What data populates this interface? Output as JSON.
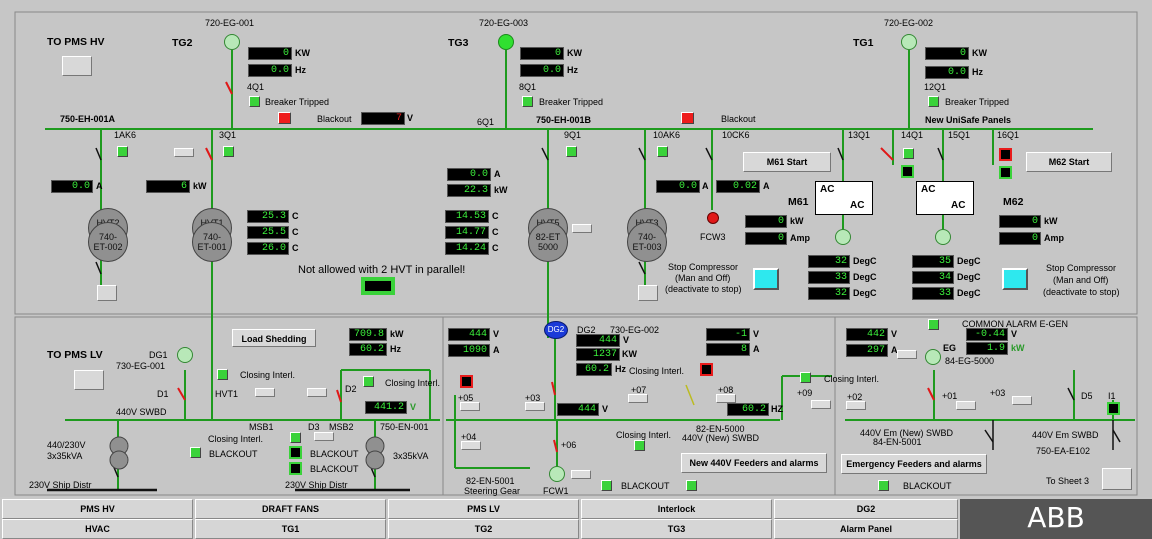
{
  "labels": {
    "to_pms_hv": "TO PMS HV",
    "to_pms_lv": "TO PMS LV",
    "tg2": "TG2",
    "tg3": "TG3",
    "tg1": "TG1",
    "eg_720_001": "720-EG-001",
    "eg_720_003": "720-EG-003",
    "eg_720_002": "720-EG-002",
    "q4": "4Q1",
    "q8": "8Q1",
    "q12": "12Q1",
    "breaker_tripped_1": "Breaker Tripped",
    "breaker_tripped_2": "Breaker Tripped",
    "breaker_tripped_3": "Breaker Tripped",
    "blackout_1": "Blackout",
    "blackout_2": "Blackout",
    "bus_a": "750-EH-001A",
    "bus_b": "750-EH-001B",
    "q6": "6Q1",
    "new_unisafe": "New UniSafe Panels",
    "ak6_1": "1AK6",
    "q3": "3Q1",
    "q9": "9Q1",
    "ak6_10": "10AK6",
    "ck6_10": "10CK6",
    "q13": "13Q1",
    "q14": "14Q1",
    "q15": "15Q1",
    "q16": "16Q1",
    "hvt2_a": "HVT2",
    "hvt2_b": "740-",
    "hvt2_c": "ET-002",
    "hvt1_a": "HVT1",
    "hvt1_b": "740-",
    "hvt1_c": "ET-001",
    "hvt5_a": "HVT5",
    "hvt5_b": "82-ET",
    "hvt5_c": "5000",
    "hvt3_a": "HVT3",
    "hvt3_b": "740-",
    "hvt3_c": "ET-003",
    "fcw3": "FCW3",
    "m61": "M61",
    "m62": "M62",
    "ac": "AC",
    "not_allowed": "Not allowed with 2 HVT in parallel!",
    "stop_comp_1a": "Stop Compressor",
    "stop_comp_1b": "(Man and Off)",
    "stop_comp_1c": "(deactivate to stop)",
    "stop_comp_2a": "Stop Compressor",
    "stop_comp_2b": "(Man and Off)",
    "stop_comp_2c": "(deactivate to stop)",
    "dg1": "DG1",
    "dg1_tag": "730-EG-001",
    "d1": "D1",
    "hvt1": "HVT1",
    "d2": "D2",
    "closing_1": "Closing Interl.",
    "closing_2": "Closing Interl.",
    "closing_3": "Closing Interl.",
    "closing_4": "Closing Interl.",
    "closing_5": "Closing Interl.",
    "closing_6": "Closing Interl.",
    "closing_7": "Closing Interl.",
    "swbd_440": "440V SWBD",
    "msb1": "MSB1",
    "d3": "D3",
    "msb2": "MSB2",
    "en_750": "750-EN-001",
    "tr_440_230": "440/230V",
    "tr_3x35_a": "3x35kVA",
    "tr_3x35_b": "3x35kVA",
    "blackout_lv1": "BLACKOUT",
    "blackout_lv2": "BLACKOUT",
    "blackout_lv3": "BLACKOUT",
    "blackout_lv4": "BLACKOUT",
    "blackout_lv5": "BLACKOUT",
    "ship_distr_1": "230V Ship Distr",
    "ship_distr_2": "230V Ship Distr",
    "dg2": "DG2",
    "dg2_tag": "730-EG-002",
    "dg2_icon": "DG2",
    "p05": "+05",
    "p04": "+04",
    "p03": "+03",
    "p06": "+06",
    "p07": "+07",
    "p08": "+08",
    "p09": "+09",
    "p02": "+02",
    "p01": "+01",
    "p03b": "+03",
    "en_5001": "82-EN-5001",
    "steering": "Steering Gear",
    "fcw1": "FCW1",
    "en_5000": "82-EN-5000",
    "new_swbd": "440V (New) SWBD",
    "common_alarm": "COMMON ALARM  E-GEN",
    "eg": "EG",
    "eg_5000": "84-EG-5000",
    "em_new_swbd": "440V Em (New) SWBD",
    "eg_5001": "84-EN-5001",
    "d5": "D5",
    "i1": "I1",
    "em_swbd": "440V Em SWBD",
    "ea_e102": "750-EA-E102",
    "to_sheet3": "To Sheet 3"
  },
  "buttons": {
    "load_shedding": "Load Shedding",
    "m61_start": "M61 Start",
    "m62_start": "M62 Start",
    "new_feeders": "New 440V Feeders and alarms",
    "em_feeders": "Emergency Feeders and alarms"
  },
  "readouts": {
    "tg2_kw": "0",
    "tg2_hz": "0.0",
    "tg3_kw": "0",
    "tg3_hz": "0.0",
    "tg1_kw": "0",
    "tg1_hz": "0.0",
    "blackout_v": "7",
    "ak6_a": "0.0",
    "q3_kw": "6",
    "hvt1_c1": "25.3",
    "hvt1_c2": "25.5",
    "hvt1_c3": "26.0",
    "mid_a": "0.0",
    "mid_kw": "22.3",
    "hvt5_c1": "14.53",
    "hvt5_c2": "14.77",
    "hvt5_c3": "14.24",
    "ak10_a": "0.0",
    "ck10_a": "0.02",
    "m61_kw": "0",
    "m61_amp": "0",
    "m62_kw": "0",
    "m62_amp": "0",
    "m61_deg1": "32",
    "m61_deg2": "33",
    "m61_deg3": "32",
    "m62_deg1": "35",
    "m62_deg2": "34",
    "m62_deg3": "33",
    "dg1_kw": "709.8",
    "dg1_hz": "60.2",
    "swbd_v": "441.2",
    "lv_v": "444",
    "lv_a": "1090",
    "dg2_v": "444",
    "dg2_kw": "1237",
    "dg2_hz": "60.2",
    "bus_v": "444",
    "new_v": "-1",
    "new_a": "8",
    "new_hz": "60.2",
    "eg_v": "442",
    "eg_a": "297",
    "eg_v2": "-0.44",
    "eg_kw": "1.9"
  },
  "units": {
    "kw": "KW",
    "hz": "Hz",
    "v": "V",
    "a": "A",
    "kw2": "kW",
    "c": "C",
    "amp": "Amp",
    "degc": "DegC",
    "kw3": "KW",
    "hz2": "HZ",
    "hz3": "Hz"
  },
  "tabs": [
    {
      "label": "PMS HV"
    },
    {
      "label": "DRAFT FANS"
    },
    {
      "label": "PMS LV"
    },
    {
      "label": "Interlock"
    },
    {
      "label": "DG2"
    },
    {
      "label": "HVAC"
    },
    {
      "label": "TG1"
    },
    {
      "label": "TG2"
    },
    {
      "label": "TG3"
    },
    {
      "label": "Alarm Panel"
    }
  ],
  "logo": "ABB",
  "colors": {
    "bus": "#1a9a1a",
    "alarm": "#ee1c1c",
    "ok": "#3ad23a",
    "readout_text": "#3cf03c"
  }
}
